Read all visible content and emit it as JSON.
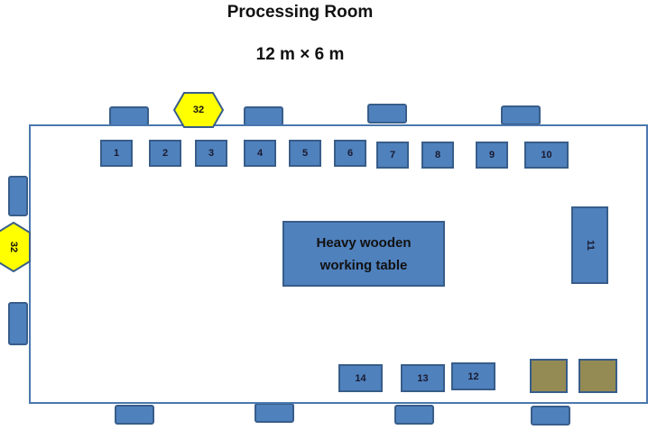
{
  "header": {
    "title": "Processing Room",
    "dimensions": "12 m × 6 m"
  },
  "colors": {
    "unit_fill": "#4f81bd",
    "unit_border": "#385d8a",
    "hex_fill": "#ffff00",
    "olive_fill": "#948a54",
    "wall": "#4a78ad"
  },
  "room": {
    "top_units": [
      "1",
      "2",
      "3",
      "4",
      "5",
      "6",
      "7",
      "8",
      "9",
      "10"
    ],
    "side_unit": "11",
    "bottom_units": [
      "14",
      "13",
      "12"
    ],
    "table": {
      "line1": "Heavy wooden",
      "line2": "working table"
    },
    "hex_markers": [
      "32",
      "32"
    ]
  }
}
